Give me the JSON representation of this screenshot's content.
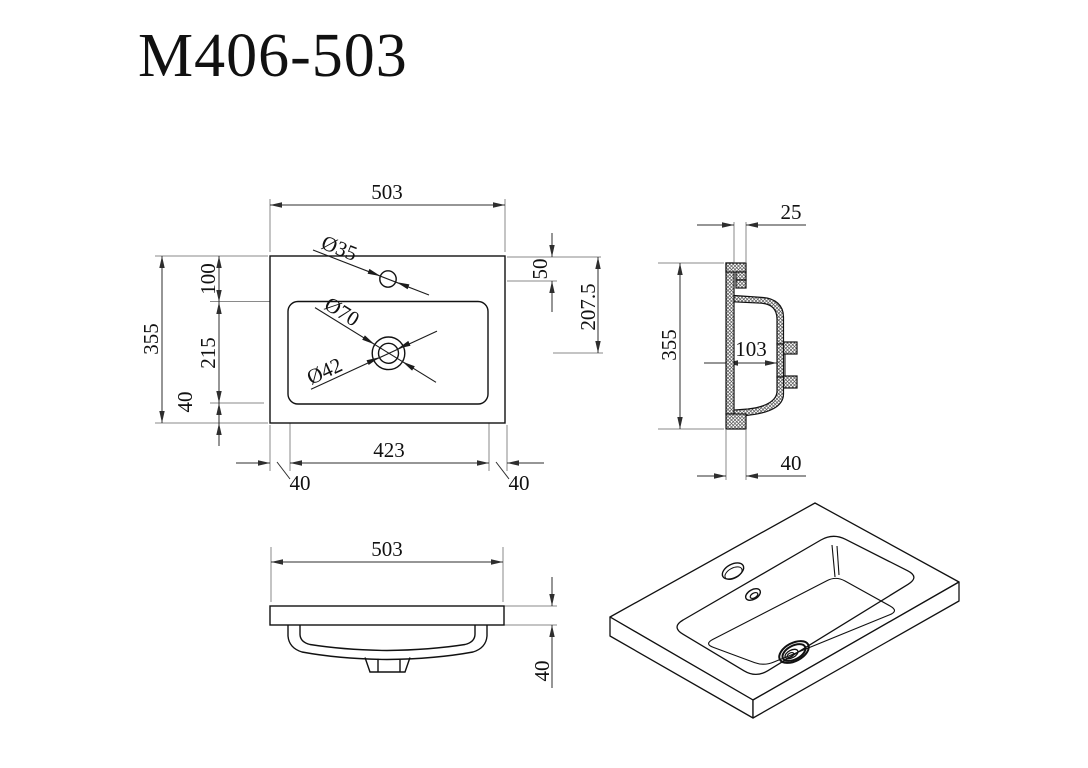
{
  "title": "M406-503",
  "top_view": {
    "dim_width": "503",
    "dim_depth_total": "355",
    "dim_seg_top": "100",
    "dim_seg_mid": "215",
    "dim_seg_bottom": "40",
    "dim_basin_width": "423",
    "dim_edge_left": "40",
    "dim_edge_right": "40",
    "dim_faucet_from_back": "50",
    "dim_drain_from_back": "207.5",
    "label_faucet_hole": "Ø35",
    "label_drain_outer": "Ø70",
    "label_drain_inner": "Ø42"
  },
  "side_view": {
    "dim_rim_thickness": "25",
    "dim_depth": "355",
    "dim_bowl_depth": "103",
    "dim_edge_height": "40"
  },
  "front_view": {
    "dim_width": "503",
    "dim_slab_height": "40"
  },
  "colors": {
    "line": "#111111",
    "dimension": "#2e2e2e",
    "extension": "#8a8a8a"
  }
}
